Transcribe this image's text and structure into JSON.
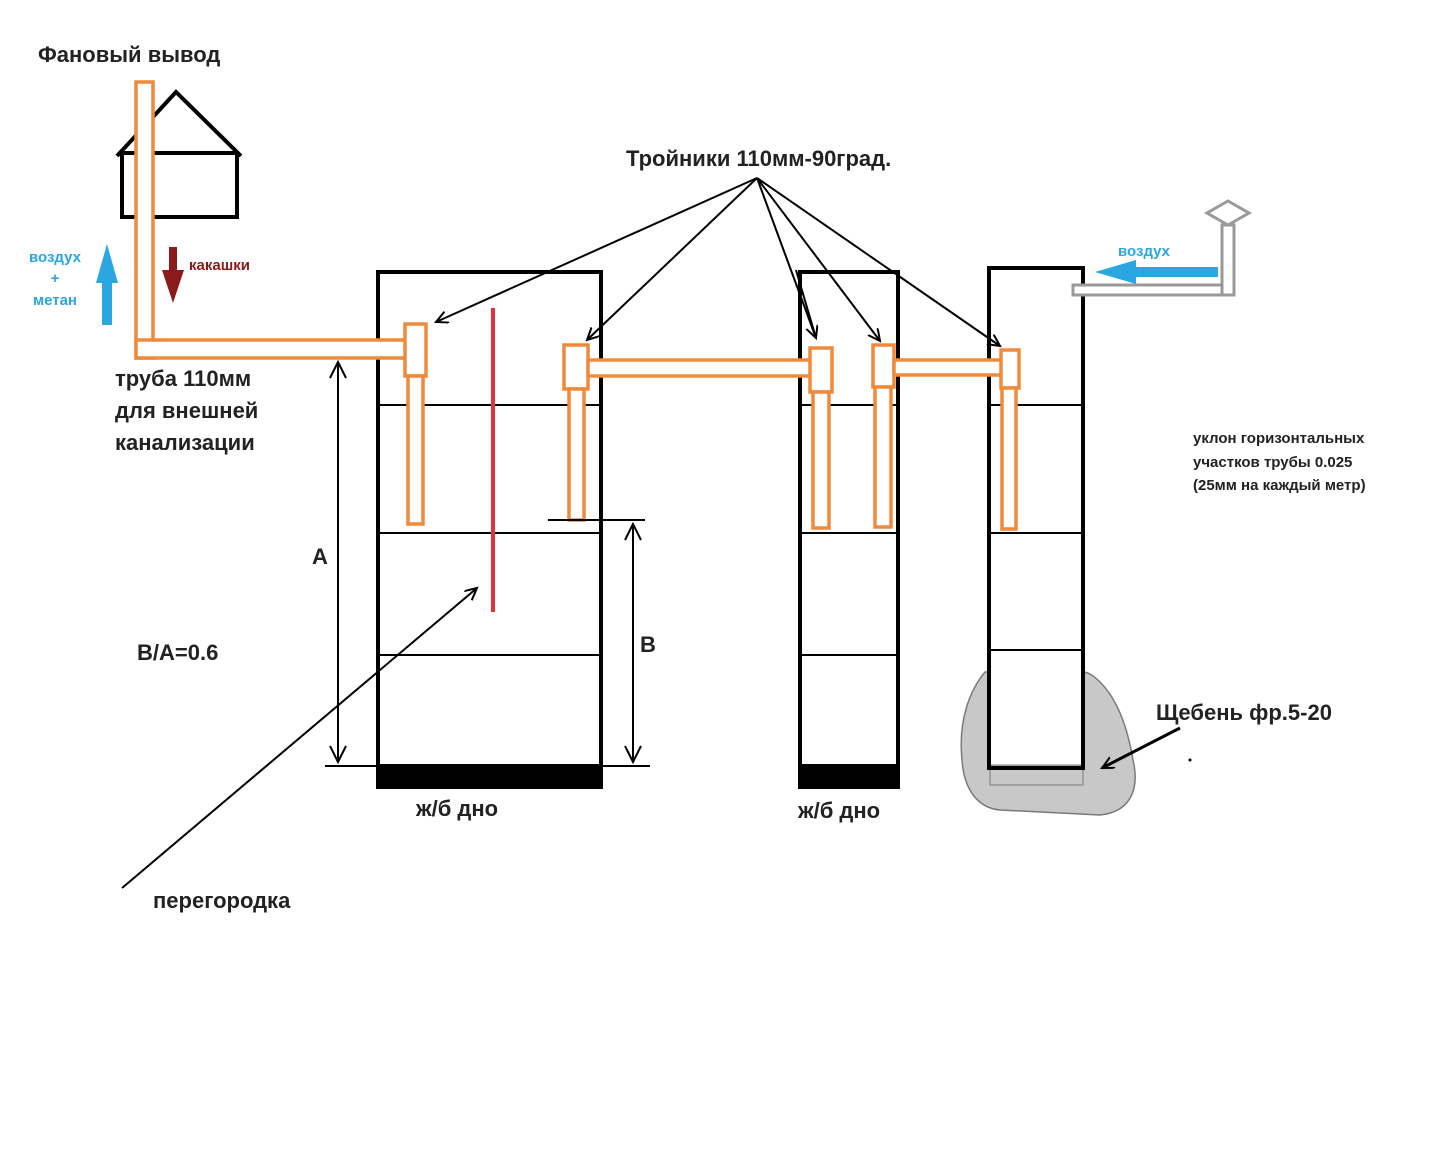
{
  "labels": {
    "fan_vent": "Фановый вывод",
    "air_methane": [
      "воздух",
      "+",
      "метан"
    ],
    "poop": "какашки",
    "pipe": [
      "труба 110мм",
      "для внешней",
      "канализации"
    ],
    "tees": "Тройники 110мм-90град.",
    "air_right": "воздух",
    "slope": [
      "уклон горизонтальных",
      "участков трубы 0.025",
      "(25мм на каждый метр)"
    ],
    "dim_a": "A",
    "dim_b": "B",
    "ratio": "B/A=0.6",
    "bottom_1": "ж/б дно",
    "bottom_2": "ж/б дно",
    "gravel": "Щебень фр.5-20",
    "partition": "перегородка"
  },
  "colors": {
    "pipe": "#ef8a3c",
    "air": "#2aa7e0",
    "waste": "#8b1a1a",
    "partition": "#e0333c",
    "gravel": "#c8c8c8",
    "vent_pipe": "#9a9a9a",
    "ink": "#000000"
  }
}
